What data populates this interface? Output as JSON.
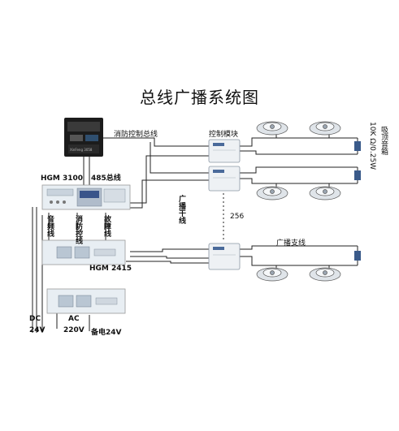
{
  "title": "总线广播系统图",
  "labels": {
    "fire_control_bus": "消防控制总线",
    "control_module": "控制模块",
    "hgm3100": "HGM 3100",
    "bus485": "485总线",
    "audio_line": "音频线",
    "fire_control_line": "消防控线",
    "fault_line": "故障线",
    "broadcast_trunk": "广播干线",
    "trunk_count": "256",
    "broadcast_branch": "广播支线",
    "hgm2415": "HGM 2415",
    "dc": "DC",
    "dc_voltage": "24V",
    "ac": "AC",
    "ac_voltage": "220V",
    "backup_power": "备电24V",
    "ceiling_speaker": "吸顶音箱",
    "speaker_spec": "10K Ω/0.25W",
    "controller_display": "XinFeng 3058"
  },
  "colors": {
    "line": "#222222",
    "device_fill": "#e8eef3",
    "panel_dark": "#1c1c1c",
    "module_fill": "#eef1f4",
    "resistor_blue": "#3a5a8a"
  }
}
